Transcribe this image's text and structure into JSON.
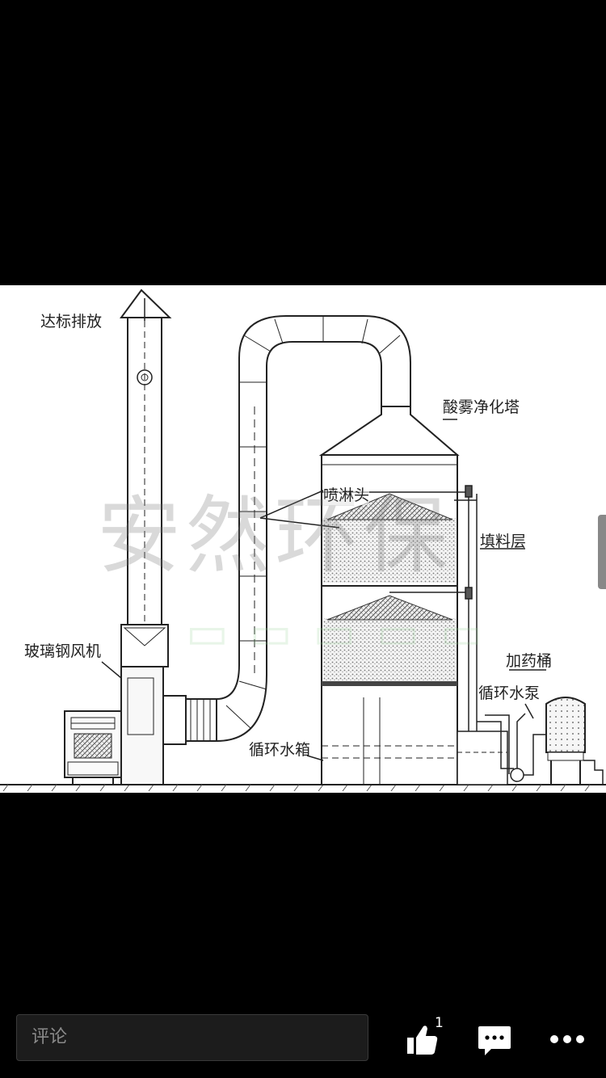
{
  "diagram": {
    "labels": {
      "stack_exhaust": "达标排放",
      "tower": "酸雾净化塔",
      "spray_head": "喷淋头",
      "packing_layer": "填料层",
      "fan": "玻璃钢风机",
      "dosing_tank": "加药桶",
      "pump": "循环水泵",
      "water_tank": "循环水箱"
    },
    "watermark": "安然环保"
  },
  "bottom_bar": {
    "comment_placeholder": "评论",
    "like_count": "1"
  },
  "colors": {
    "background": "#000000",
    "photo_background": "#ffffff",
    "line": "#222222"
  },
  "icons": [
    "thumbs-up-icon",
    "comment-icon",
    "more-icon"
  ]
}
